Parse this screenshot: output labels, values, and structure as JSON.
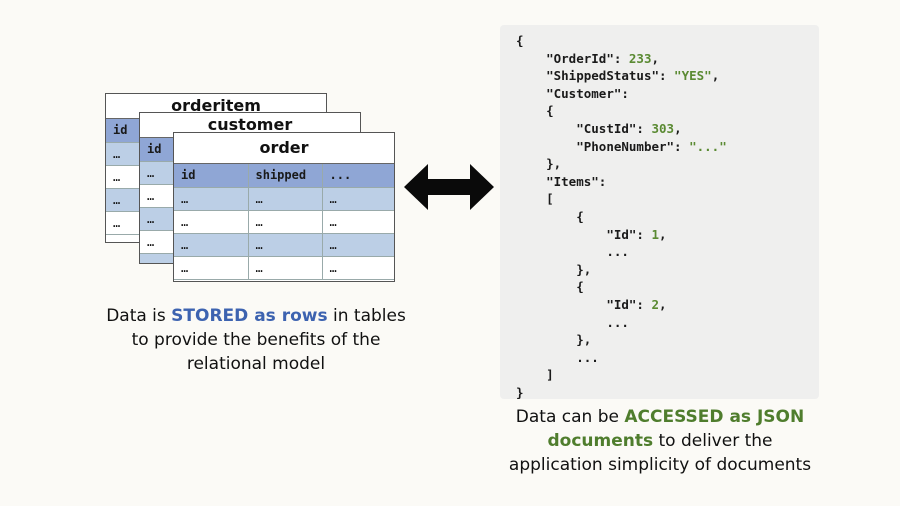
{
  "tables": {
    "orderitem": {
      "title": "orderitem",
      "header": [
        "id"
      ],
      "rows": [
        [
          "…"
        ],
        [
          "…"
        ],
        [
          "…"
        ],
        [
          "…"
        ]
      ]
    },
    "customer": {
      "title": "customer",
      "header": [
        "id"
      ],
      "rows": [
        [
          "…"
        ],
        [
          "…"
        ],
        [
          "…"
        ],
        [
          "…"
        ],
        [
          "…"
        ]
      ]
    },
    "order": {
      "title": "order",
      "header": [
        "id",
        "shipped",
        "..."
      ],
      "rows": [
        [
          "…",
          "…",
          "…"
        ],
        [
          "…",
          "…",
          "…"
        ],
        [
          "…",
          "…",
          "…"
        ],
        [
          "…",
          "…",
          "…"
        ]
      ]
    }
  },
  "left_caption": {
    "pre": "Data is ",
    "highlight": "STORED as rows",
    "post": " in tables",
    "line2": "to provide the benefits of the",
    "line3": "relational model"
  },
  "json_doc": {
    "lines": [
      {
        "indent": "",
        "key": "",
        "value": "",
        "text": "{"
      },
      {
        "indent": "    ",
        "key": "\"OrderId\": ",
        "value": "233",
        "text": ","
      },
      {
        "indent": "    ",
        "key": "\"ShippedStatus\": ",
        "value": "\"YES\"",
        "text": ","
      },
      {
        "indent": "    ",
        "key": "\"Customer\":",
        "value": "",
        "text": ""
      },
      {
        "indent": "    ",
        "key": "",
        "value": "",
        "text": "{"
      },
      {
        "indent": "        ",
        "key": "\"CustId\": ",
        "value": "303",
        "text": ","
      },
      {
        "indent": "        ",
        "key": "\"PhoneNumber\": ",
        "value": "\"...\"",
        "text": ""
      },
      {
        "indent": "    ",
        "key": "",
        "value": "",
        "text": "},"
      },
      {
        "indent": "    ",
        "key": "\"Items\":",
        "value": "",
        "text": ""
      },
      {
        "indent": "    ",
        "key": "",
        "value": "",
        "text": "["
      },
      {
        "indent": "        ",
        "key": "",
        "value": "",
        "text": "{"
      },
      {
        "indent": "            ",
        "key": "\"Id\": ",
        "value": "1",
        "text": ","
      },
      {
        "indent": "            ",
        "key": "",
        "value": "",
        "text": "..."
      },
      {
        "indent": "        ",
        "key": "",
        "value": "",
        "text": "},"
      },
      {
        "indent": "        ",
        "key": "",
        "value": "",
        "text": "{"
      },
      {
        "indent": "            ",
        "key": "\"Id\": ",
        "value": "2",
        "text": ","
      },
      {
        "indent": "            ",
        "key": "",
        "value": "",
        "text": "..."
      },
      {
        "indent": "        ",
        "key": "",
        "value": "",
        "text": "},"
      },
      {
        "indent": "        ",
        "key": "",
        "value": "",
        "text": "..."
      },
      {
        "indent": "    ",
        "key": "",
        "value": "",
        "text": "]"
      },
      {
        "indent": "",
        "key": "",
        "value": "",
        "text": "}"
      }
    ]
  },
  "right_caption": {
    "pre": "Data can be ",
    "highlight1": "ACCESSED as JSON",
    "highlight2": "documents",
    "post": " to deliver the",
    "line3": "application simplicity of documents"
  },
  "arrow_icon": "double-headed-arrow-icon",
  "colors": {
    "header_blue": "#8fa6d5",
    "row_blue": "#bccfe6",
    "highlight_blue": "#3d63b0",
    "highlight_green": "#4f7d2d",
    "json_value_green": "#5a8a32",
    "json_bg": "#efefee"
  }
}
